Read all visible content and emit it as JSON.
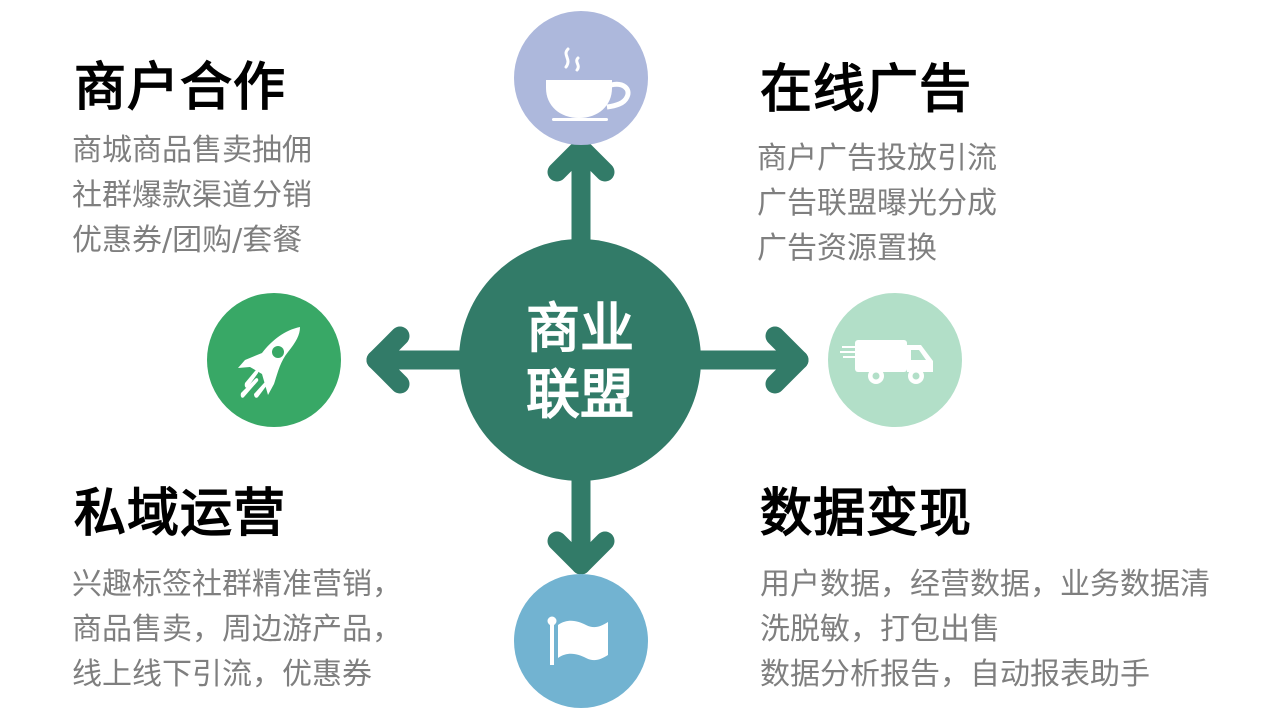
{
  "center": {
    "line1": "商业",
    "line2": "联盟",
    "color": "#327B68"
  },
  "nodes": {
    "top": {
      "icon": "coffee-cup-icon",
      "color": "#ADB8DC"
    },
    "left": {
      "icon": "rocket-icon",
      "color": "#38A866"
    },
    "right": {
      "icon": "delivery-truck-icon",
      "color": "#B2DFC8"
    },
    "bottom": {
      "icon": "flag-icon",
      "color": "#72B3D1"
    }
  },
  "sections": {
    "top_left": {
      "title": "商户合作",
      "lines": [
        "商城商品售卖抽佣",
        "社群爆款渠道分销",
        "优惠券/团购/套餐"
      ]
    },
    "top_right": {
      "title": "在线广告",
      "lines": [
        "商户广告投放引流",
        "广告联盟曝光分成",
        "广告资源置换"
      ]
    },
    "bottom_left": {
      "title": "私域运营",
      "lines": [
        "兴趣标签社群精准营销，",
        "商品售卖，周边游产品，",
        "线上线下引流，优惠券"
      ]
    },
    "bottom_right": {
      "title": "数据变现",
      "lines": [
        "用户数据，经营数据，业务数据清",
        "洗脱敏，打包出售",
        "数据分析报告，自动报表助手"
      ]
    }
  }
}
